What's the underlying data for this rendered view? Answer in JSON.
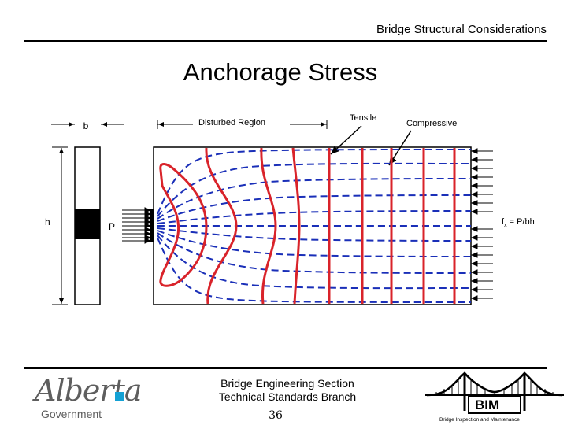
{
  "header": {
    "title": "Bridge Structural Considerations"
  },
  "slide": {
    "title": "Anchorage Stress"
  },
  "diagram": {
    "label_b": "b",
    "label_h": "h",
    "label_p": "P",
    "label_disturbed": "Disturbed Region",
    "label_tensile": "Tensile",
    "label_compressive": "Compressive",
    "label_fx_main": "f",
    "label_fx_sub": "x",
    "label_fx_rest": " = P/bh",
    "colors": {
      "tensile_line": "#d9232a",
      "compressive_line": "#1a2fb8"
    }
  },
  "footer": {
    "line1": "Bridge Engineering Section",
    "line2": "Technical Standards Branch",
    "page_number": "36"
  },
  "logo": {
    "wordmark": "Alberta",
    "subtext": "Government"
  },
  "bim": {
    "text": "BIM",
    "caption": "Bridge Inspection and Maintenance"
  }
}
